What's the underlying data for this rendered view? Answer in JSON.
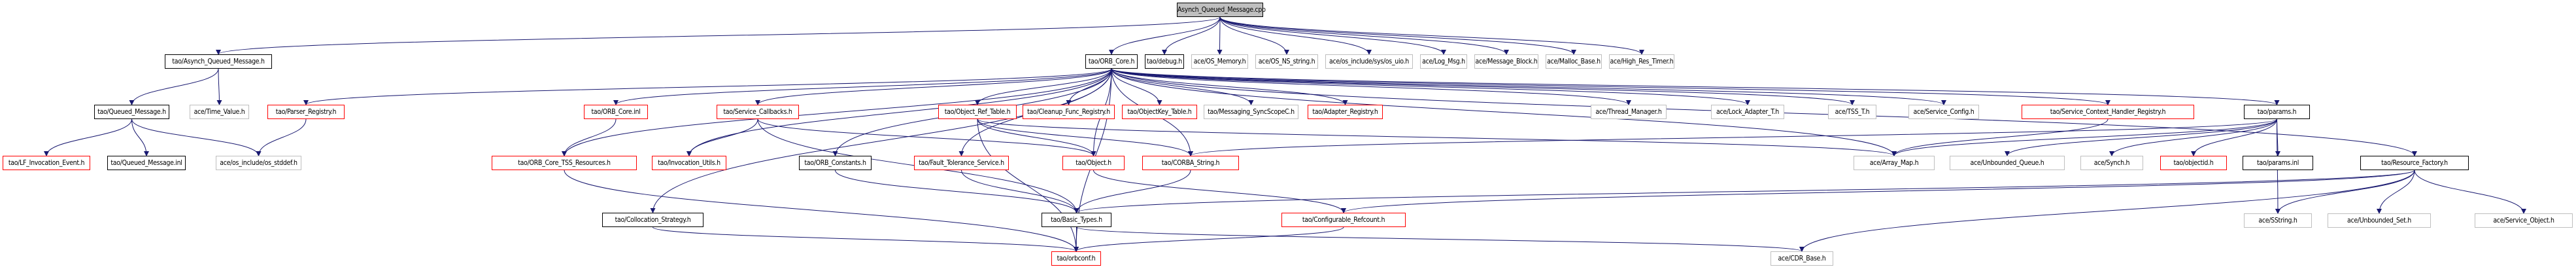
{
  "title": "Asynch_Queued_Message.cpp include dependency graph",
  "colors": {
    "edge": "#191970",
    "black_border": "#000000",
    "red_border": "#ff0000",
    "gray_border": "#bfbfbf",
    "root_fill": "#bfbfbf"
  },
  "nodes": {
    "root": "Asynch_Queued_Message.cpp",
    "aqm_h": "tao/Asynch_Queued_Message.h",
    "orb_core_h": "tao/ORB_Core.h",
    "debug_h": "tao/debug.h",
    "os_memory": "ace/OS_Memory.h",
    "os_ns_string": "ace/OS_NS_string.h",
    "os_uio": "ace/os_include/sys/os_uio.h",
    "log_msg": "ace/Log_Msg.h",
    "message_block": "ace/Message_Block.h",
    "malloc_base": "ace/Malloc_Base.h",
    "high_res_timer": "ace/High_Res_Timer.h",
    "queued_message_h": "tao/Queued_Message.h",
    "time_value": "ace/Time_Value.h",
    "parser_registry": "tao/Parser_Registry.h",
    "orb_core_inl": "tao/ORB_Core.inl",
    "service_callbacks": "tao/Service_Callbacks.h",
    "object_ref_table": "tao/Object_Ref_Table.h",
    "cleanup_func_registry": "tao/Cleanup_Func_Registry.h",
    "objectkey_table": "tao/ObjectKey_Table.h",
    "messaging_syncscope": "tao/Messaging_SyncScopeC.h",
    "adapter_registry": "tao/Adapter_Registry.h",
    "thread_manager": "ace/Thread_Manager.h",
    "lock_adapter": "ace/Lock_Adapter_T.h",
    "tss_t": "ace/TSS_T.h",
    "service_config": "ace/Service_Config.h",
    "sch_registry": "tao/Service_Context_Handler_Registry.h",
    "params_h": "tao/params.h",
    "lf_invocation_event": "tao/LF_Invocation_Event.h",
    "queued_message_inl": "tao/Queued_Message.inl",
    "os_stddef": "ace/os_include/os_stddef.h",
    "orb_core_tss": "tao/ORB_Core_TSS_Resources.h",
    "invocation_utils": "tao/Invocation_Utils.h",
    "orb_constants": "tao/ORB_Constants.h",
    "fault_tolerance": "tao/Fault_Tolerance_Service.h",
    "object_h": "tao/Object.h",
    "corba_string": "tao/CORBA_String.h",
    "array_map": "ace/Array_Map.h",
    "unbounded_queue": "ace/Unbounded_Queue.h",
    "synch_h": "ace/Synch.h",
    "objectid_h": "tao/objectid.h",
    "params_inl": "tao/params.inl",
    "resource_factory": "tao/Resource_Factory.h",
    "collocation_strategy": "tao/Collocation_Strategy.h",
    "basic_types": "tao/Basic_Types.h",
    "configurable_refcount": "tao/Configurable_Refcount.h",
    "sstring": "ace/SString.h",
    "unbounded_set": "ace/Unbounded_Set.h",
    "service_object": "ace/Service_Object.h",
    "orbconf": "tao/orbconf.h",
    "cdr_base": "ace/CDR_Base.h"
  },
  "edges": [
    [
      "root",
      "aqm_h"
    ],
    [
      "root",
      "orb_core_h"
    ],
    [
      "root",
      "debug_h"
    ],
    [
      "root",
      "os_memory"
    ],
    [
      "root",
      "os_ns_string"
    ],
    [
      "root",
      "os_uio"
    ],
    [
      "root",
      "log_msg"
    ],
    [
      "root",
      "message_block"
    ],
    [
      "root",
      "malloc_base"
    ],
    [
      "root",
      "high_res_timer"
    ],
    [
      "aqm_h",
      "queued_message_h"
    ],
    [
      "aqm_h",
      "time_value"
    ],
    [
      "queued_message_h",
      "lf_invocation_event"
    ],
    [
      "queued_message_h",
      "queued_message_inl"
    ],
    [
      "queued_message_h",
      "os_stddef"
    ],
    [
      "parser_registry",
      "os_stddef"
    ],
    [
      "orb_core_h",
      "parser_registry"
    ],
    [
      "orb_core_h",
      "orb_core_inl"
    ],
    [
      "orb_core_h",
      "service_callbacks"
    ],
    [
      "orb_core_h",
      "object_ref_table"
    ],
    [
      "orb_core_h",
      "cleanup_func_registry"
    ],
    [
      "orb_core_h",
      "objectkey_table"
    ],
    [
      "orb_core_h",
      "messaging_syncscope"
    ],
    [
      "orb_core_h",
      "adapter_registry"
    ],
    [
      "orb_core_h",
      "thread_manager"
    ],
    [
      "orb_core_h",
      "lock_adapter"
    ],
    [
      "orb_core_h",
      "tss_t"
    ],
    [
      "orb_core_h",
      "service_config"
    ],
    [
      "orb_core_h",
      "sch_registry"
    ],
    [
      "orb_core_h",
      "params_h"
    ],
    [
      "orb_core_h",
      "resource_factory"
    ],
    [
      "orb_core_h",
      "orb_core_tss"
    ],
    [
      "orb_core_h",
      "invocation_utils"
    ],
    [
      "orb_core_h",
      "orb_constants"
    ],
    [
      "orb_core_h",
      "fault_tolerance"
    ],
    [
      "orb_core_h",
      "object_h"
    ],
    [
      "orb_core_h",
      "corba_string"
    ],
    [
      "orb_core_h",
      "array_map"
    ],
    [
      "orb_core_h",
      "collocation_strategy"
    ],
    [
      "orb_core_h",
      "orbconf"
    ],
    [
      "orb_core_inl",
      "orb_core_tss"
    ],
    [
      "service_callbacks",
      "invocation_utils"
    ],
    [
      "service_callbacks",
      "object_h"
    ],
    [
      "service_callbacks",
      "basic_types"
    ],
    [
      "object_ref_table",
      "object_h"
    ],
    [
      "object_ref_table",
      "corba_string"
    ],
    [
      "object_ref_table",
      "array_map"
    ],
    [
      "object_ref_table",
      "orbconf"
    ],
    [
      "sch_registry",
      "array_map"
    ],
    [
      "params_h",
      "array_map"
    ],
    [
      "params_h",
      "unbounded_queue"
    ],
    [
      "params_h",
      "synch_h"
    ],
    [
      "params_h",
      "objectid_h"
    ],
    [
      "params_h",
      "params_inl"
    ],
    [
      "params_h",
      "sstring"
    ],
    [
      "params_h",
      "corba_string"
    ],
    [
      "resource_factory",
      "basic_types"
    ],
    [
      "resource_factory",
      "configurable_refcount"
    ],
    [
      "resource_factory",
      "sstring"
    ],
    [
      "resource_factory",
      "unbounded_set"
    ],
    [
      "resource_factory",
      "service_object"
    ],
    [
      "resource_factory",
      "cdr_base"
    ],
    [
      "orb_core_tss",
      "orbconf"
    ],
    [
      "orb_constants",
      "basic_types"
    ],
    [
      "fault_tolerance",
      "basic_types"
    ],
    [
      "object_h",
      "configurable_refcount"
    ],
    [
      "corba_string",
      "basic_types"
    ],
    [
      "collocation_strategy",
      "orbconf"
    ],
    [
      "basic_types",
      "orbconf"
    ],
    [
      "basic_types",
      "cdr_base"
    ],
    [
      "configurable_refcount",
      "orbconf"
    ]
  ]
}
